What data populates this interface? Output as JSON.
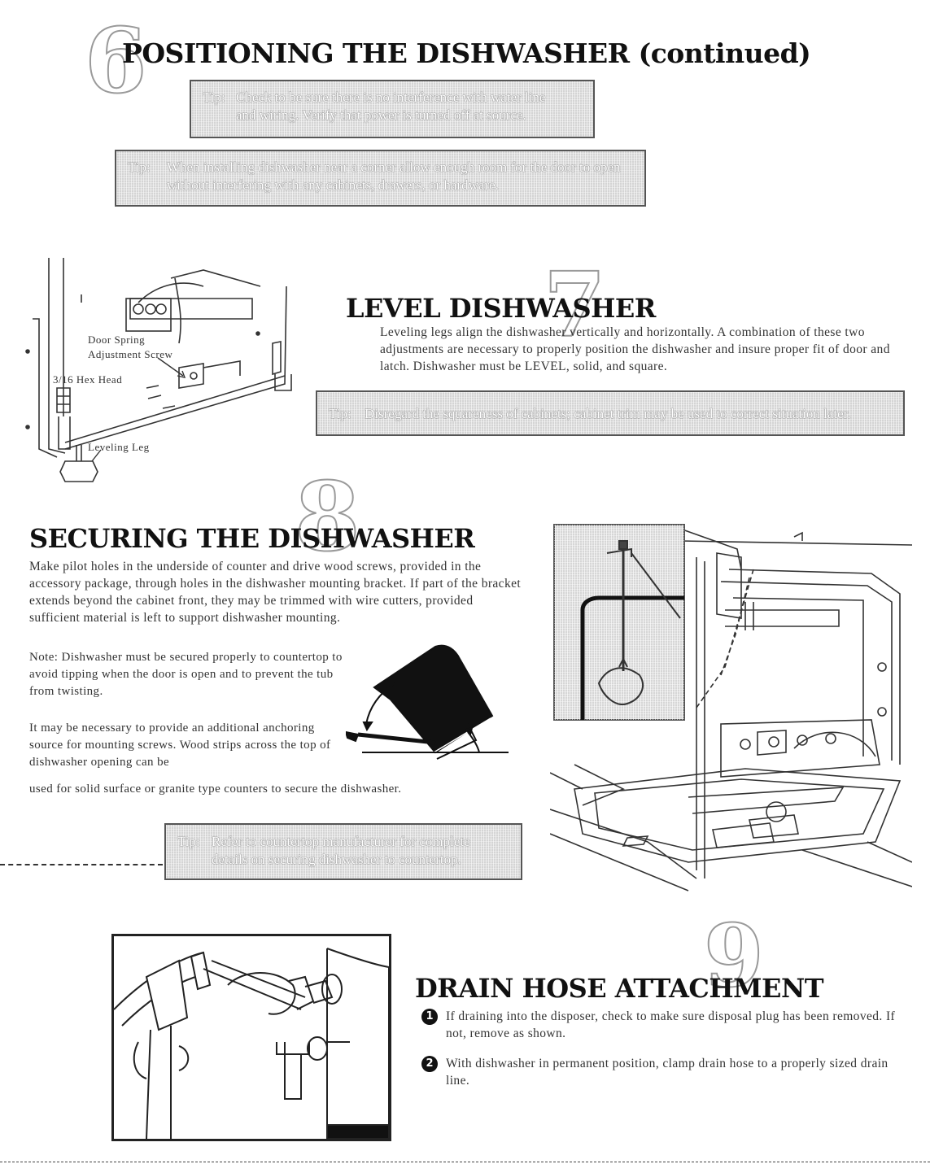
{
  "section6": {
    "number": "6",
    "title": "POSITIONING THE DISHWASHER",
    "title_suffix": "(continued)",
    "tip1": {
      "label": "Tip:",
      "line1": "Check to be sure there is no interference with water line",
      "line2": "and wiring. Verify that power is turned off at source."
    },
    "tip2": {
      "label": "Tip:",
      "line1": "When installing dishwasher near a corner allow enough room for the door to open",
      "line2": "without interfering with any cabinets, drawers, or hardware."
    }
  },
  "section7": {
    "number": "7",
    "title": "LEVEL DISHWASHER",
    "body": "Leveling legs align the dishwasher vertically and horizontally.  A combination of these two adjustments are necessary to properly position the dishwasher and insure proper fit of door and latch. Dishwasher must be LEVEL, solid, and square.",
    "tip": {
      "label": "Tip:",
      "line1": "Disregard the squareness of cabinets; cabinet trim may be used to correct situation later."
    },
    "figure": {
      "label_door_spring_1": "Door Spring",
      "label_door_spring_2": "Adjustment Screw",
      "label_hex": "3/16 Hex Head",
      "label_leg": "Leveling Leg"
    }
  },
  "section8": {
    "number": "8",
    "title": "SECURING THE DISHWASHER",
    "body": "Make pilot holes in the underside of counter and drive wood screws, provided in the accessory package, through holes in the dishwasher mounting bracket. If part of the bracket extends beyond the cabinet front, they may be trimmed with wire cutters, provided sufficient material is left to support dishwasher mounting.",
    "note": "Note:  Dishwasher must be  secured properly to countertop to avoid tipping when the door is open and to prevent the tub from twisting.",
    "anchor_1": "It may be necessary to provide an additional anchoring source for mounting screws.  Wood strips across the top of dishwasher opening can be",
    "anchor_2": "used for solid surface or granite type counters to secure the dishwasher.",
    "tip": {
      "label": "Tip:",
      "line1": "Refer to countertop manufacturer for complete",
      "line2": "details on securing dishwasher to countertop."
    }
  },
  "section9": {
    "number": "9",
    "title": "DRAIN HOSE ATTACHMENT",
    "step1_num": "1",
    "step1": "If draining into the disposer, check to make sure disposal plug has been removed. If not, remove as shown.",
    "step2_num": "2",
    "step2": "With dishwasher in permanent position, clamp drain hose to a properly sized drain line."
  }
}
